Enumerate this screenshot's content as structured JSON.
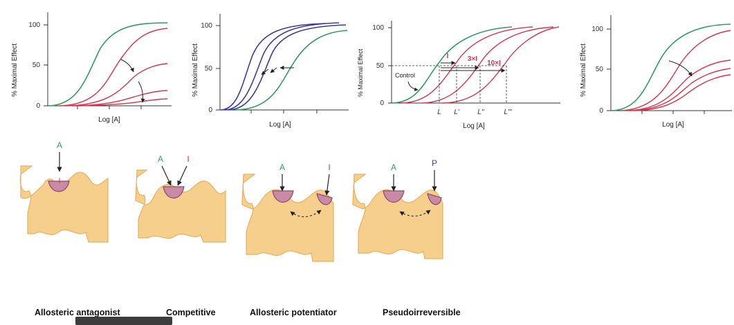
{
  "axes": {
    "y_label": "% Maximal Effect",
    "x_label": "Log [A]"
  },
  "panel1": {
    "y_ticks": [
      "100",
      "50",
      "0"
    ]
  },
  "panel2": {
    "y_ticks": [
      "100",
      "50",
      "0"
    ]
  },
  "panel3": {
    "y_ticks": [
      "100",
      "50",
      "0"
    ],
    "control_label": "Control",
    "shift_labels": [
      "I",
      "3×I",
      "10×I"
    ],
    "x_marks": [
      "L",
      "L'",
      "L''",
      "L'''"
    ]
  },
  "panel4": {
    "y_ticks": [
      "100",
      "50",
      "0"
    ]
  },
  "receptors": [
    {
      "ligands": [
        "A",
        "I"
      ]
    },
    {
      "ligands": [
        "A",
        "I"
      ]
    },
    {
      "ligands": [
        "A",
        "I"
      ]
    },
    {
      "ligands": [
        "A",
        "P"
      ]
    }
  ],
  "captions": [
    "Allosteric antagonist",
    "Competitive",
    "Allosteric potentiator",
    "Pseudoirreversible"
  ],
  "colors": {
    "green": "#2e9b5f",
    "red": "#d6334a",
    "blue": "#3b3b9a",
    "receptor_fill": "#f6cf8c",
    "receptor_stroke": "#e4b063",
    "site_fill": "#c98aa6",
    "site_stroke": "#8f4a6a",
    "ligand_A": "#2e9b6a",
    "ligand_I": "#d6334a",
    "ligand_P": "#3d3d9a"
  }
}
